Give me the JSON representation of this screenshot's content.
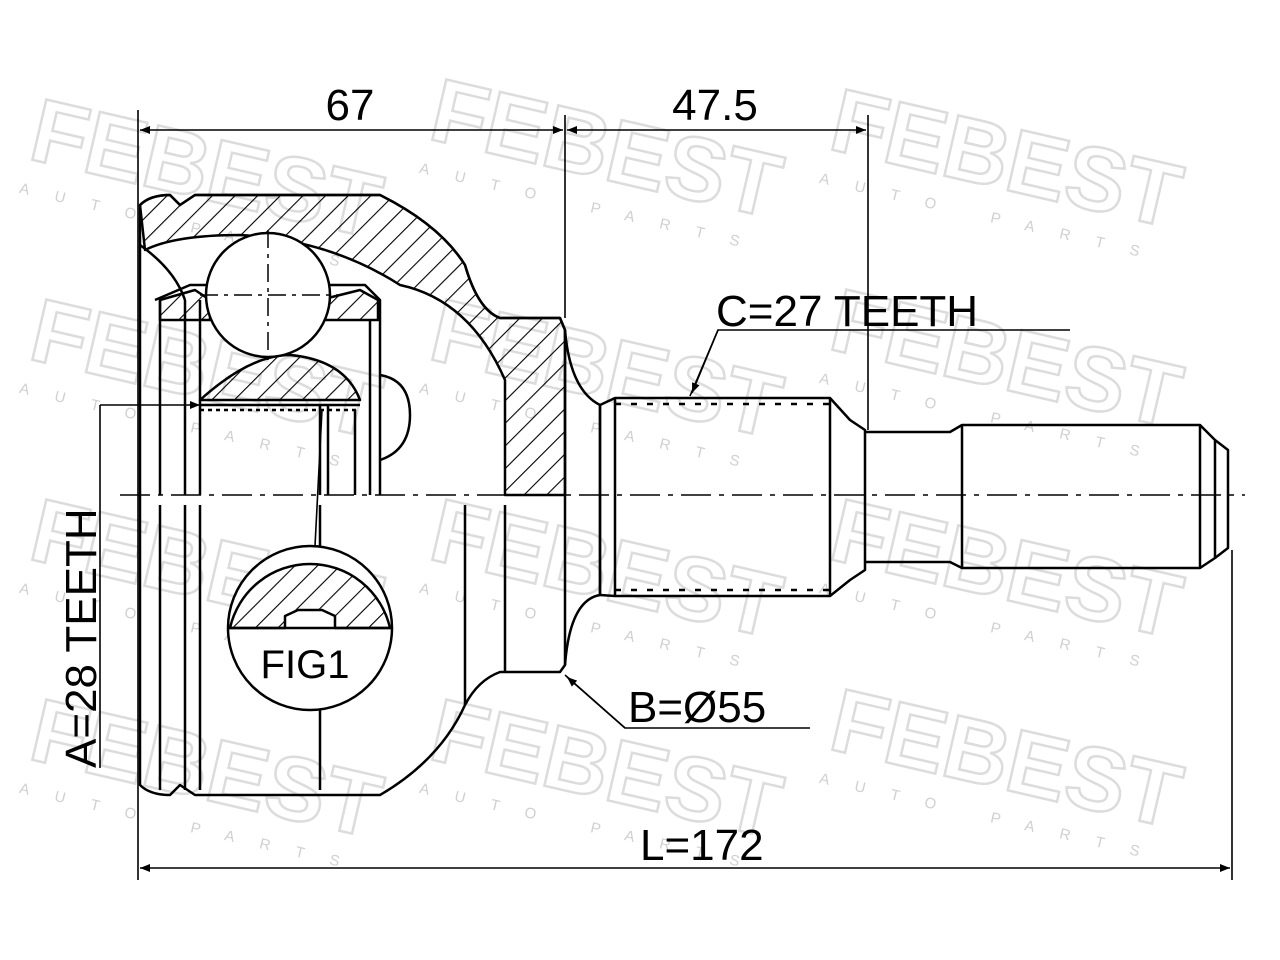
{
  "watermark": {
    "brand": "FEBEST",
    "tagline": "AUTO PARTS"
  },
  "dimensions": {
    "housing_length": "67",
    "shaft_length": "47.5",
    "spline_a": "A=28 TEETH",
    "spline_c": "C=27 TEETH",
    "diameter_b": "B=Ø55",
    "total_length": "L=172",
    "figure_label": "FIG1"
  },
  "colors": {
    "line": "#000000",
    "watermark": "#dcdcdc",
    "background": "#ffffff"
  }
}
